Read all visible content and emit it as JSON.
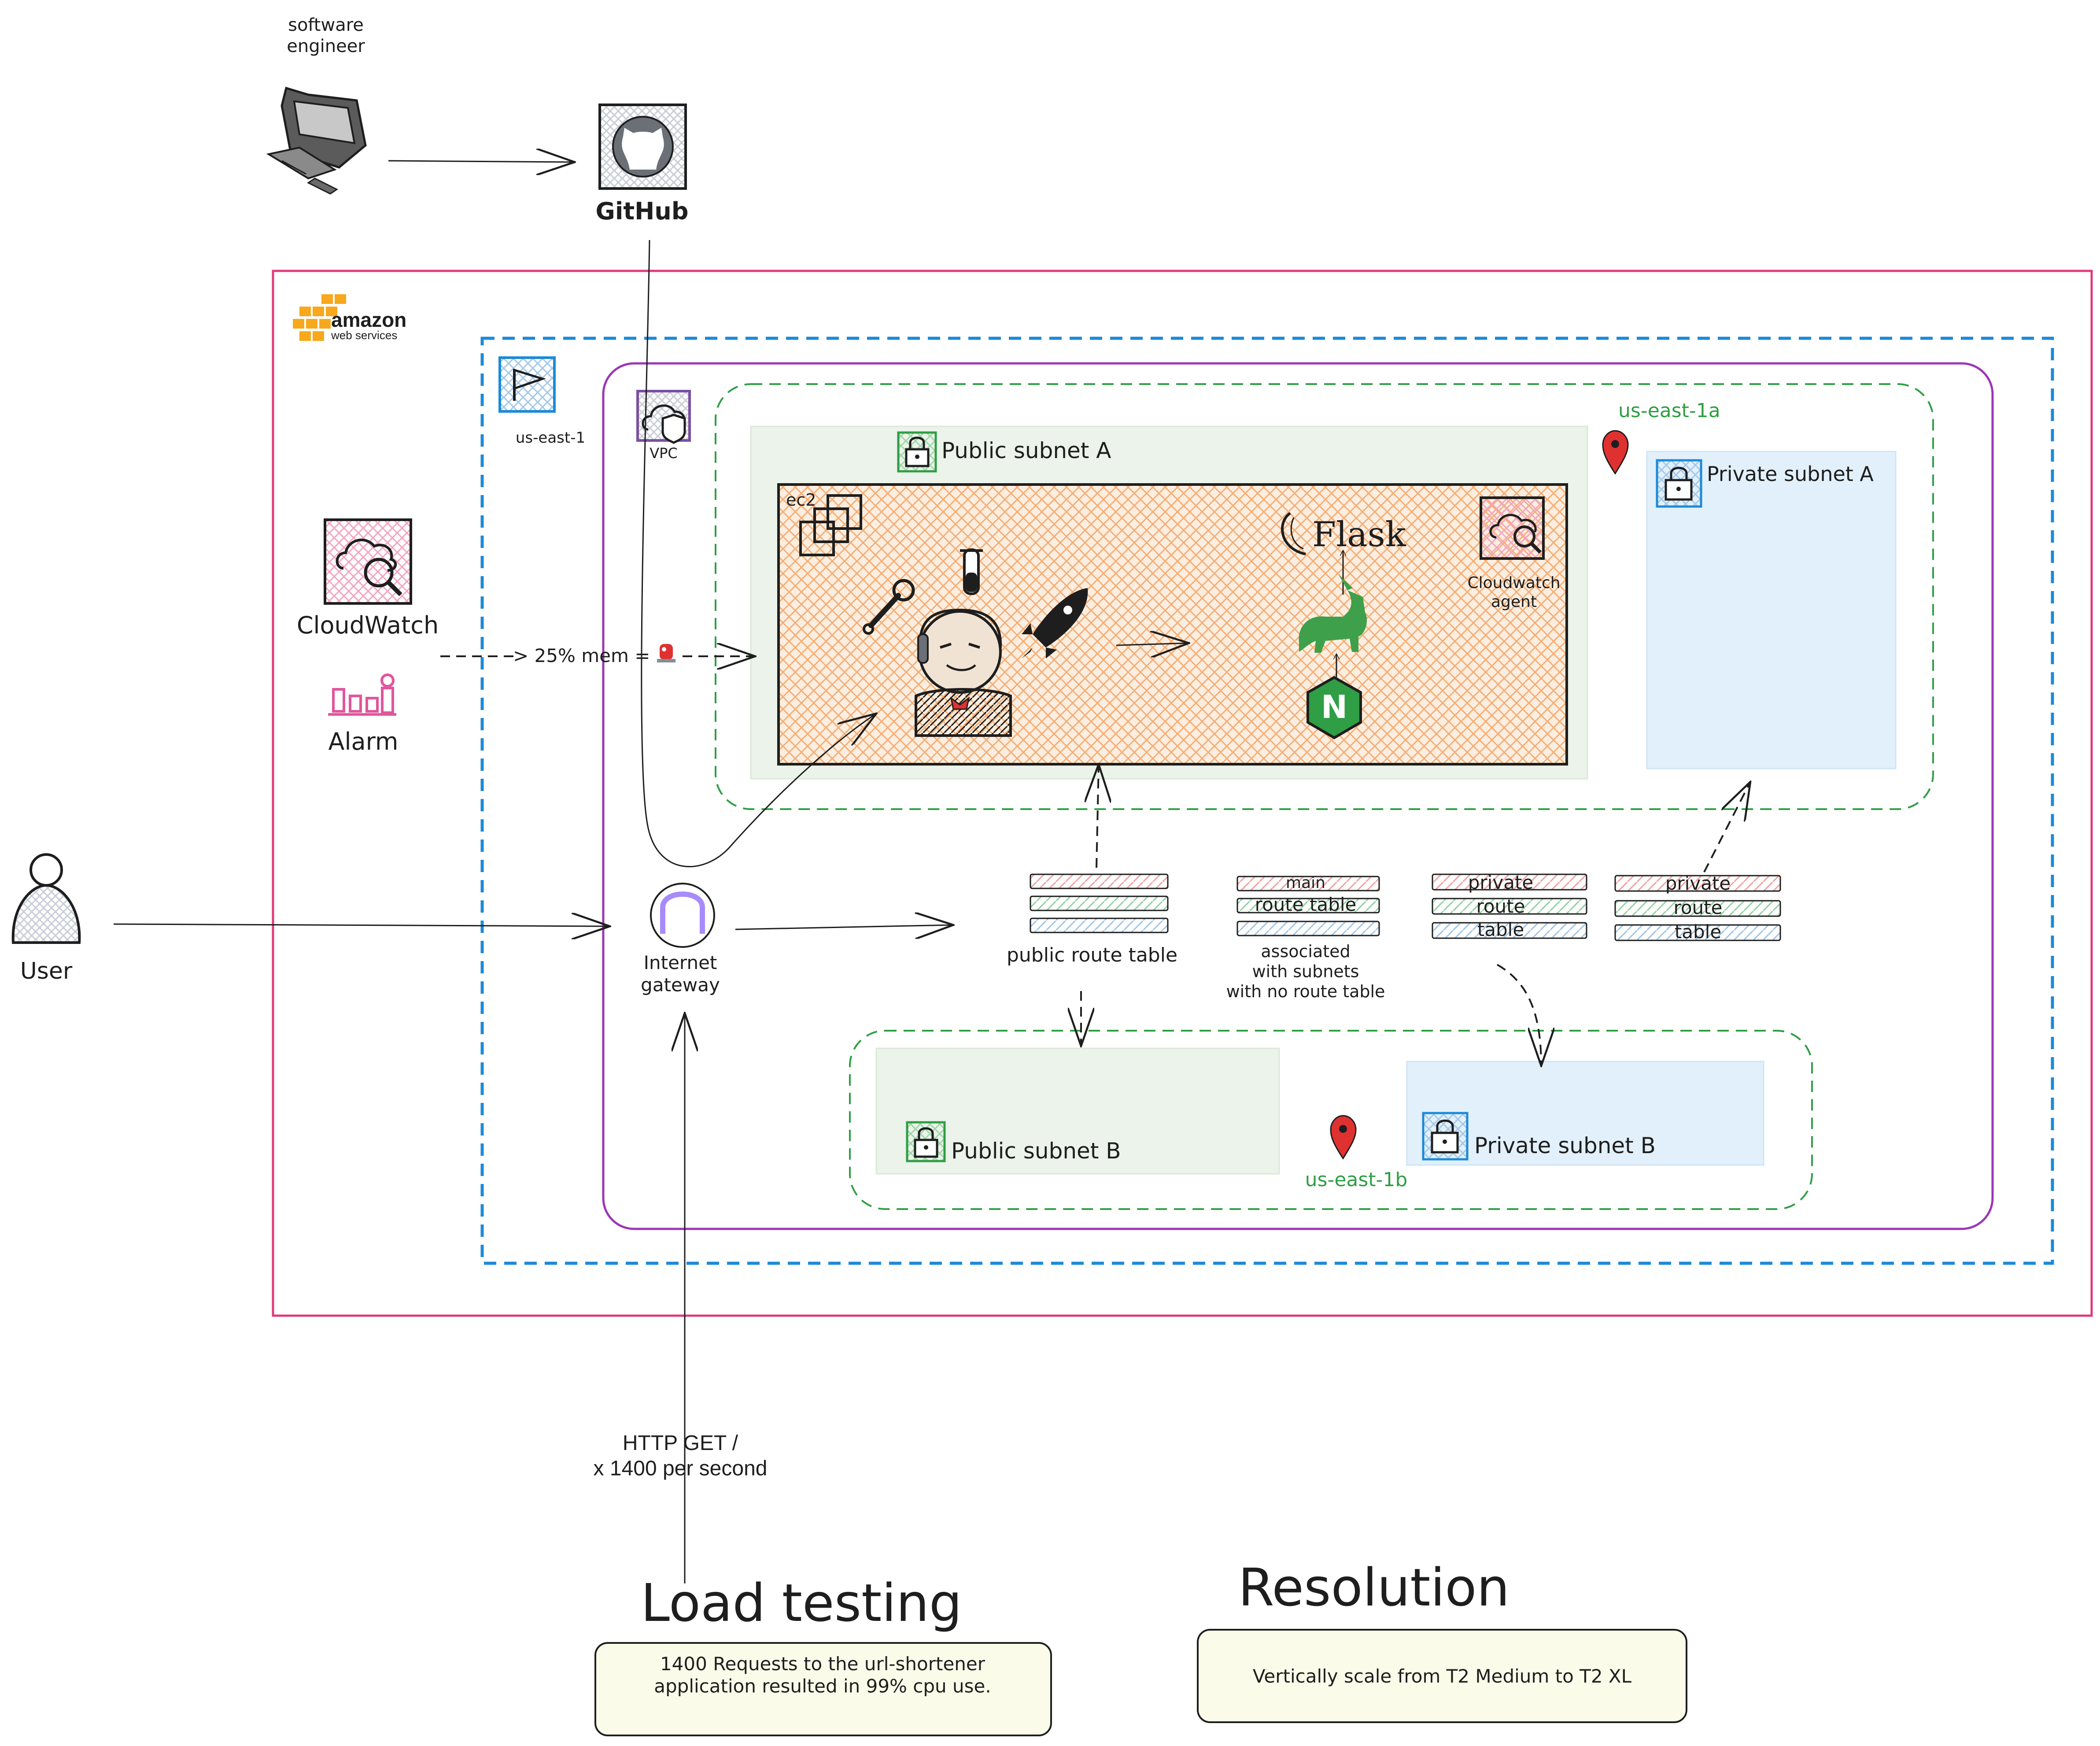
{
  "actors": {
    "engineer": "software\nengineer",
    "github": "GitHub",
    "user": "User"
  },
  "aws": {
    "logo_main": "amazon",
    "logo_sub": "web services",
    "region": "us-east-1",
    "vpc": "VPC",
    "cloudwatch": "CloudWatch",
    "alarm": "Alarm",
    "alarm_rule": "> 25% mem =",
    "internet_gateway": "Internet\ngateway"
  },
  "zones": {
    "a": "us-east-1a",
    "b": "us-east-1b"
  },
  "subnets": {
    "public_a": "Public subnet A",
    "private_a": "Private subnet A",
    "public_b": "Public subnet B",
    "private_b": "Private subnet B"
  },
  "ec2": {
    "label": "ec2",
    "flask": "Flask",
    "agent": "Cloudwatch\nagent",
    "nginx_letter": "N"
  },
  "route_tables": {
    "public": "public route table",
    "main_lines": [
      "main",
      "route table",
      ""
    ],
    "main_caption": "associated\nwith subnets\nwith no route table",
    "private_a_lines": [
      "private",
      "route",
      "table"
    ],
    "private_b_lines": [
      "private",
      "route",
      "table"
    ]
  },
  "load_test": {
    "request_label": "HTTP GET /\nx 1400 per second",
    "title": "Load testing",
    "note": "1400 Requests to the url-shortener\napplication resulted in 99% cpu use."
  },
  "resolution": {
    "title": "Resolution",
    "note": "Vertically scale from T2 Medium to T2 XL"
  },
  "colors": {
    "aws_border": "#e03a7b",
    "region_border": "#1c8ad8",
    "vpc_border": "#9c36b5",
    "az_border": "#2f9e44",
    "public_subnet_fill": "#ebf3ea",
    "private_subnet_fill": "#e2f0fb",
    "ec2_hatch": "#f4a261",
    "aws_orange": "#f8a81c",
    "note_fill": "#fbfbea"
  }
}
